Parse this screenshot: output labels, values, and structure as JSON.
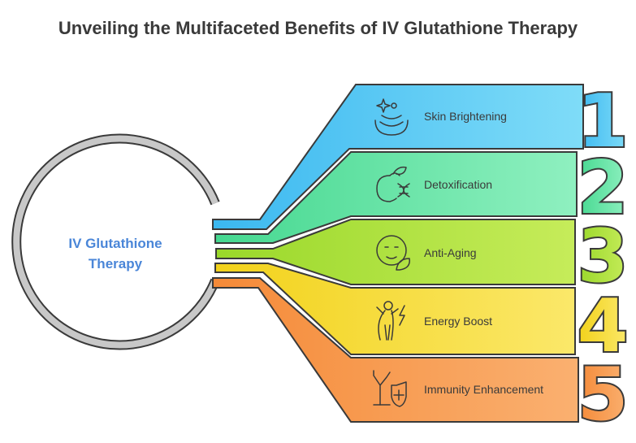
{
  "title": "Unveiling the Multifaceted Benefits of IV Glutathione Therapy",
  "hub": {
    "line1": "IV Glutathione",
    "line2": "Therapy",
    "color": "#4a86d8"
  },
  "items": [
    {
      "number": "1",
      "label": "Skin Brightening",
      "icon": "sparkle-face-icon",
      "color": "#4cc7f2"
    },
    {
      "number": "2",
      "label": "Detoxification",
      "icon": "fruit-dna-icon",
      "color": "#5fe0a0"
    },
    {
      "number": "3",
      "label": "Anti-Aging",
      "icon": "face-leaf-icon",
      "color": "#a8e03a"
    },
    {
      "number": "4",
      "label": "Energy Boost",
      "icon": "person-lightning-icon",
      "color": "#f7dc2a"
    },
    {
      "number": "5",
      "label": "Immunity Enhancement",
      "icon": "tree-shield-icon",
      "color": "#f79a4a"
    }
  ]
}
